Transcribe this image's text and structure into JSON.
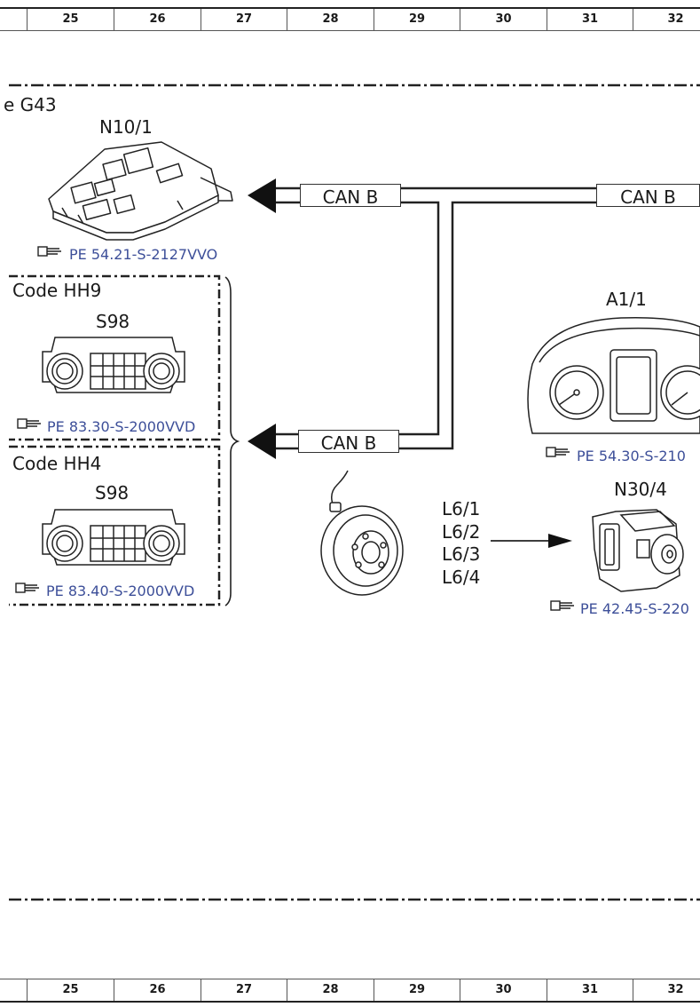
{
  "ruler": {
    "columns": [
      "25",
      "26",
      "27",
      "28",
      "29",
      "30",
      "31",
      "32"
    ]
  },
  "title_fragment": "e G43",
  "components": {
    "n10_1": {
      "label": "N10/1",
      "ref": "PE 54.21-S-2127VVO"
    },
    "a1_1": {
      "label": "A1/1",
      "ref": "PE 54.30-S-210"
    },
    "n30_4": {
      "label": "N30/4",
      "ref": "PE 42.45-S-220"
    },
    "s98_hh9": {
      "code": "Code HH9",
      "label": "S98",
      "ref": "PE 83.30-S-2000VVD"
    },
    "s98_hh4": {
      "code": "Code HH4",
      "label": "S98",
      "ref": "PE 83.40-S-2000VVD"
    }
  },
  "bus": {
    "upper_left": "CAN B",
    "upper_right": "CAN B",
    "lower": "CAN B"
  },
  "sensors": [
    "L6/1",
    "L6/2",
    "L6/3",
    "L6/4"
  ],
  "colors": {
    "line": "#222222",
    "ref_link": "#3d4f99"
  }
}
